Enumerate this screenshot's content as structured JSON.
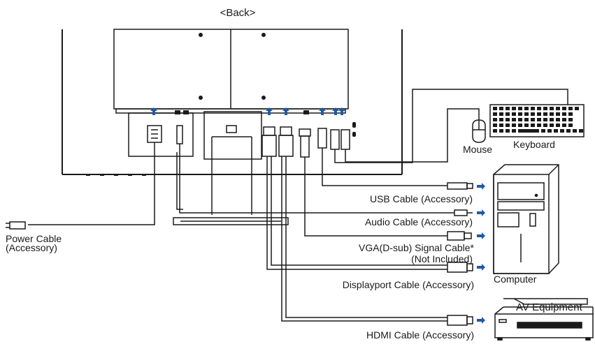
{
  "view_title": "<Back>",
  "labels": {
    "usb_cable": "USB Cable (Accessory)",
    "audio_cable": "Audio Cable (Accessory)",
    "vga_cable_line1": "VGA(D-sub) Signal Cable*",
    "vga_cable_line2": "(Not Included)",
    "displayport_cable": "Displayport Cable (Accessory)",
    "hdmi_cable": "HDMI Cable (Accessory)",
    "power_cable_line1": "Power Cable",
    "power_cable_line2": "(Accessory)",
    "mouse": "Mouse",
    "keyboard": "Keyboard",
    "computer": "Computer",
    "av_equipment": "AV Equipment"
  },
  "icons": {
    "arrow": "arrow-right-icon",
    "up_arrow": "arrow-up-icon",
    "lock": "security-lock-icon"
  },
  "colors": {
    "line": "#1a1a1a",
    "arrow_blue": "#1f5aa6"
  }
}
